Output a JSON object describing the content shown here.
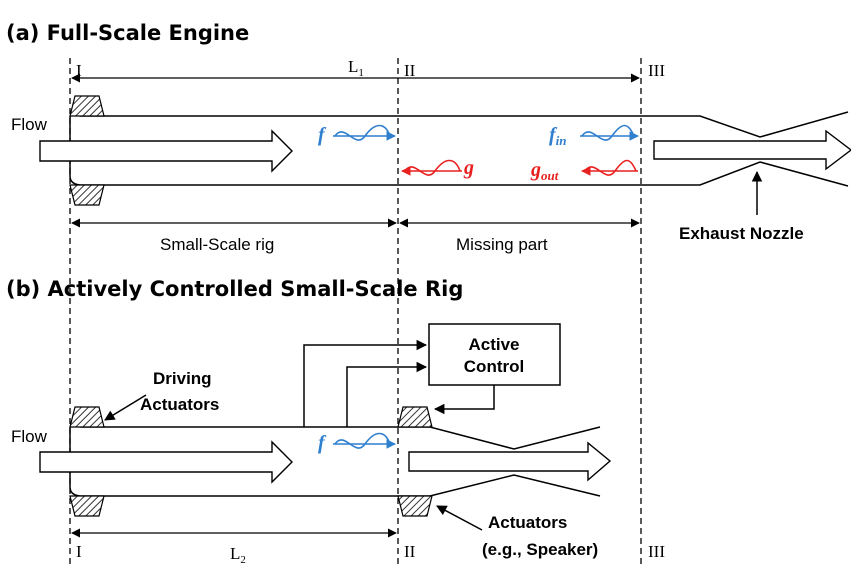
{
  "panel_a": {
    "title": "(a) Full-Scale Engine",
    "flow": "Flow",
    "station_1": "I",
    "station_2": "II",
    "station_3": "III",
    "length": "L",
    "length_sub": "1",
    "small_scale_rig": "Small-Scale rig",
    "missing_part": "Missing part",
    "exhaust_nozzle": "Exhaust Nozzle",
    "wave_f": "f",
    "wave_g": "g",
    "wave_fin": "f",
    "wave_fin_sub": "in",
    "wave_gout": "g",
    "wave_gout_sub": "out"
  },
  "panel_b": {
    "title": "(b) Actively Controlled Small-Scale Rig",
    "flow": "Flow",
    "driving_actuators_line1": "Driving",
    "driving_actuators_line2": "Actuators",
    "active_control_line1": "Active",
    "active_control_line2": "Control",
    "actuators_line1": "Actuators",
    "actuators_line2": "(e.g., Speaker)",
    "station_1": "I",
    "station_2": "II",
    "station_3": "III",
    "length": "L",
    "length_sub": "2",
    "wave_f": "f"
  },
  "colors": {
    "incident_wave": "#2f7fcf",
    "reflected_wave": "#e8201f",
    "line": "#000000"
  }
}
